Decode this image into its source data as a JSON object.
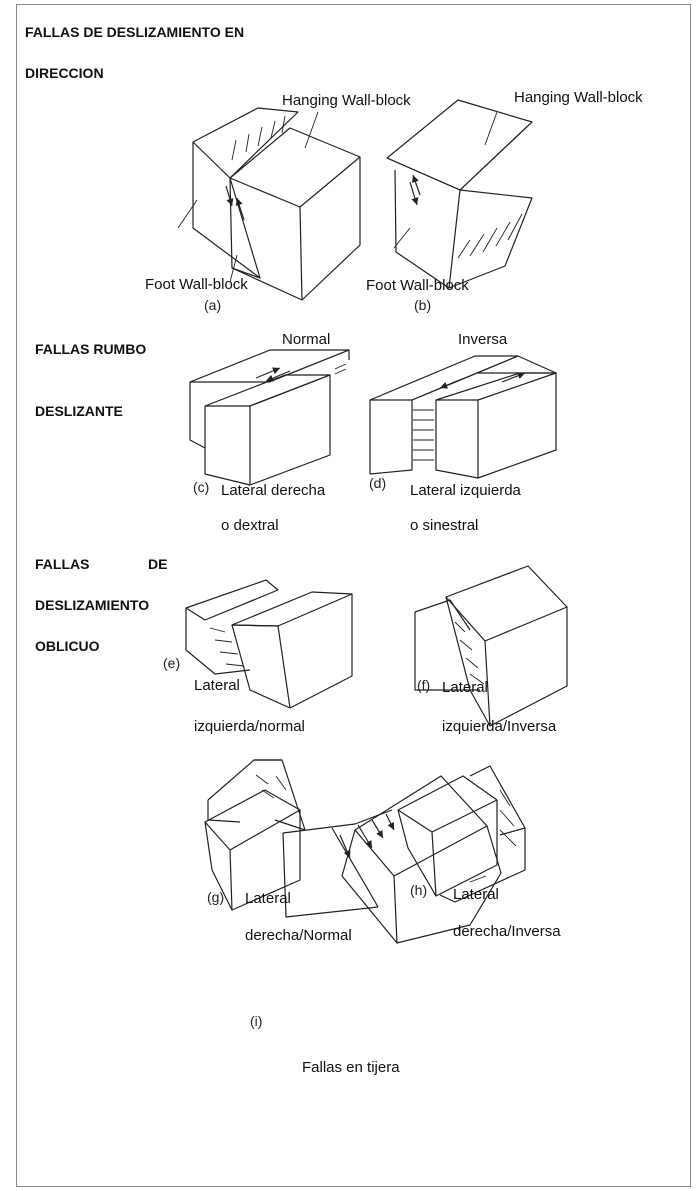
{
  "sections": {
    "section1_line1": "FALLAS  DE  DESLIZAMIENTO  EN",
    "section1_line2": "DIRECCION",
    "section2_line1": "FALLAS RUMBO",
    "section2_line2": "DESLIZANTE",
    "section3_line1_a": "FALLAS",
    "section3_line1_b": "DE",
    "section3_line2": "DESLIZAMIENTO",
    "section3_line3": "OBLICUO"
  },
  "labels": {
    "hanging_wall_a": "Hanging Wall-block",
    "hanging_wall_b": "Hanging Wall-block",
    "foot_wall_a": "Foot Wall-block",
    "foot_wall_b": "Foot Wall-block",
    "normal": "Normal",
    "inversa": "Inversa",
    "c_line1": "Lateral  derecha",
    "c_line2": "o dextral",
    "d_line1": "Lateral  izquierda",
    "d_line2": "o sinestral",
    "e_line1": "Lateral",
    "e_line2": "izquierda/normal",
    "f_line1": "Lateral",
    "f_line2": "izquierda/Inversa",
    "g_line1": "Lateral",
    "g_line2": "derecha/Normal",
    "h_line1": "Lateral",
    "h_line2": "derecha/Inversa",
    "i_caption": "Fallas en tijera"
  },
  "letters": {
    "a": "(a)",
    "b": "(b)",
    "c": "(c)",
    "d": "(d)",
    "e": "(e)",
    "f": "(f)",
    "g": "(g)",
    "h": "(h)",
    "i": "(i)"
  }
}
